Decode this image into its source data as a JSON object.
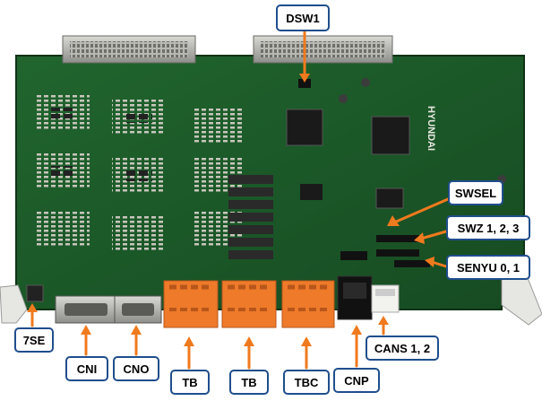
{
  "image": {
    "subject": "Hyundai elevator control PCB with labeled connectors and switches",
    "board_brand": "HYUNDAI",
    "colors": {
      "pcb": "#1e5c2a",
      "pcb_dark": "#163f1d",
      "terminal_orange": "#ee7a2a",
      "arrow_orange": "#f07a1e",
      "callout_border": "#1f4e8c",
      "connector_gray": "#9a9a96"
    }
  },
  "labels": {
    "dsw1": "DSW1",
    "swsel": "SWSEL",
    "swz": "SWZ 1, 2, 3",
    "senyu": "SENYU  0, 1",
    "se7": "7SE",
    "cni": "CNI",
    "cno": "CNO",
    "tb1": "TB",
    "tb2": "TB",
    "tbc": "TBC",
    "cnp": "CNP",
    "cans": "CANS 1, 2"
  }
}
